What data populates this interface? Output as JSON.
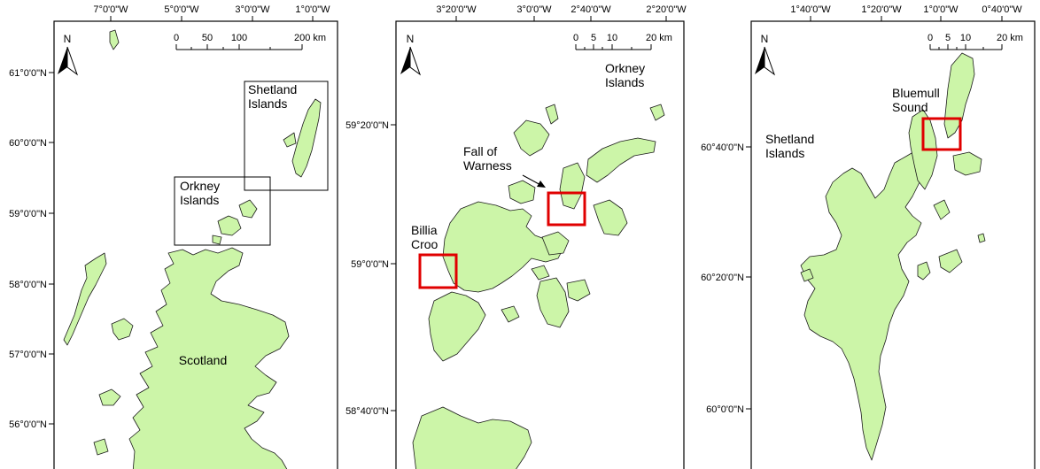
{
  "maps": [
    {
      "top_ticks": [
        "7°0'0\"W",
        "5°0'0\"W",
        "3°0'0\"W",
        "1°0'0\"W"
      ],
      "left_ticks": [
        "61°0'0\"N",
        "60°0'0\"N",
        "59°0'0\"N",
        "58°0'0\"N",
        "57°0'0\"N",
        "56°0'0\"N"
      ],
      "north": "N",
      "scale_labels": [
        "0",
        "50",
        "100",
        "200 km"
      ],
      "labels": {
        "shetland_1": "Shetland",
        "shetland_2": "Islands",
        "orkney_1": "Orkney",
        "orkney_2": "Islands",
        "scotland": "Scotland"
      }
    },
    {
      "top_ticks": [
        "3°20'0\"W",
        "3°0'0\"W",
        "2°40'0\"W",
        "2°20'0\"W"
      ],
      "left_ticks": [
        "59°20'0\"N",
        "59°0'0\"N",
        "58°40'0\"N"
      ],
      "north": "N",
      "scale_labels": [
        "0",
        "5",
        "10",
        "20 km"
      ],
      "labels": {
        "orkney_1": "Orkney",
        "orkney_2": "Islands",
        "fall_1": "Fall of",
        "fall_2": "Warness",
        "billia_1": "Billia",
        "billia_2": "Croo"
      }
    },
    {
      "top_ticks": [
        "1°40'0\"W",
        "1°20'0\"W",
        "1°0'0\"W",
        "0°40'0\"W"
      ],
      "left_ticks": [
        "60°40'0\"N",
        "60°20'0\"N",
        "60°0'0\"N"
      ],
      "north": "N",
      "scale_labels": [
        "0",
        "5",
        "10",
        "20 km"
      ],
      "labels": {
        "shetland_1": "Shetland",
        "shetland_2": "Islands",
        "bluemull_1": "Bluemull",
        "bluemull_2": "Sound"
      }
    }
  ],
  "colors": {
    "land": "#ccf5a8",
    "site_box": "#e00000"
  }
}
